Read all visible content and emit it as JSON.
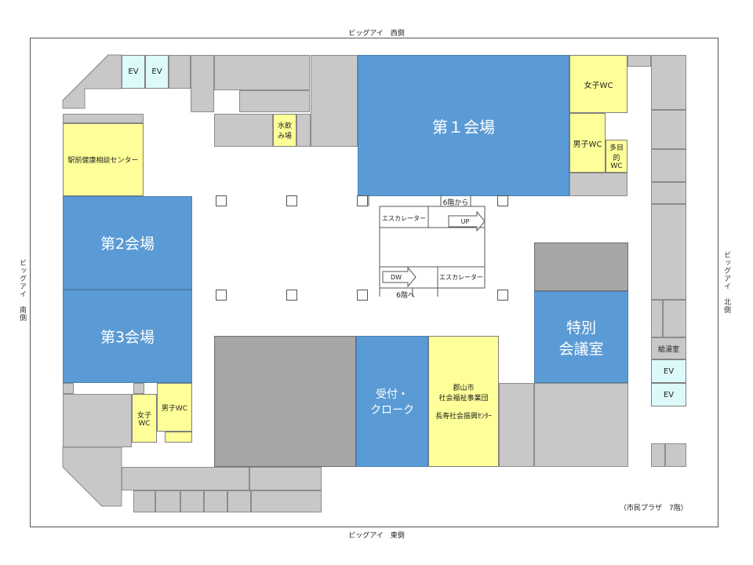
{
  "labels": {
    "west": "ビッグアイ　西側",
    "east": "ビッグアイ　東側",
    "south": "ビッグアイ　南側",
    "north": "ビッグアイ　北側",
    "floor_note": "（市民プラザ　7階）"
  },
  "rooms": {
    "hall1": "第１会場",
    "hall2": "第2会場",
    "hall3": "第3会場",
    "special": "特別\n会議室",
    "reception": "受付・\nクローク",
    "health_center": "駅前健康相談センター",
    "welfare": "郡山市\n社会福祉事業団\n\n長寿社会振興ｾﾝﾀｰ",
    "water": "水飲\nみ場",
    "kitchen": "給湯室",
    "women_wc_top": "女子WC",
    "men_wc_top": "男子WC",
    "multi_wc": "多目\n的\nWC",
    "women_wc_bottom": "女子\nWC",
    "men_wc_bottom": "男子WC"
  },
  "ev": [
    "EV",
    "EV",
    "EV",
    "EV"
  ],
  "escalator": {
    "from6": "6階から",
    "to6": "6階へ",
    "label_top": "エスカレーター",
    "label_bottom": "エスカレーター",
    "up": "UP",
    "down": "DW"
  },
  "colors": {
    "hall_blue": "#5b9bd5",
    "facility_yellow": "#ffff99",
    "ev_cyan": "#ddfafb",
    "service_gray": "#c8c8c8",
    "dark_gray": "#a6a6a6"
  }
}
